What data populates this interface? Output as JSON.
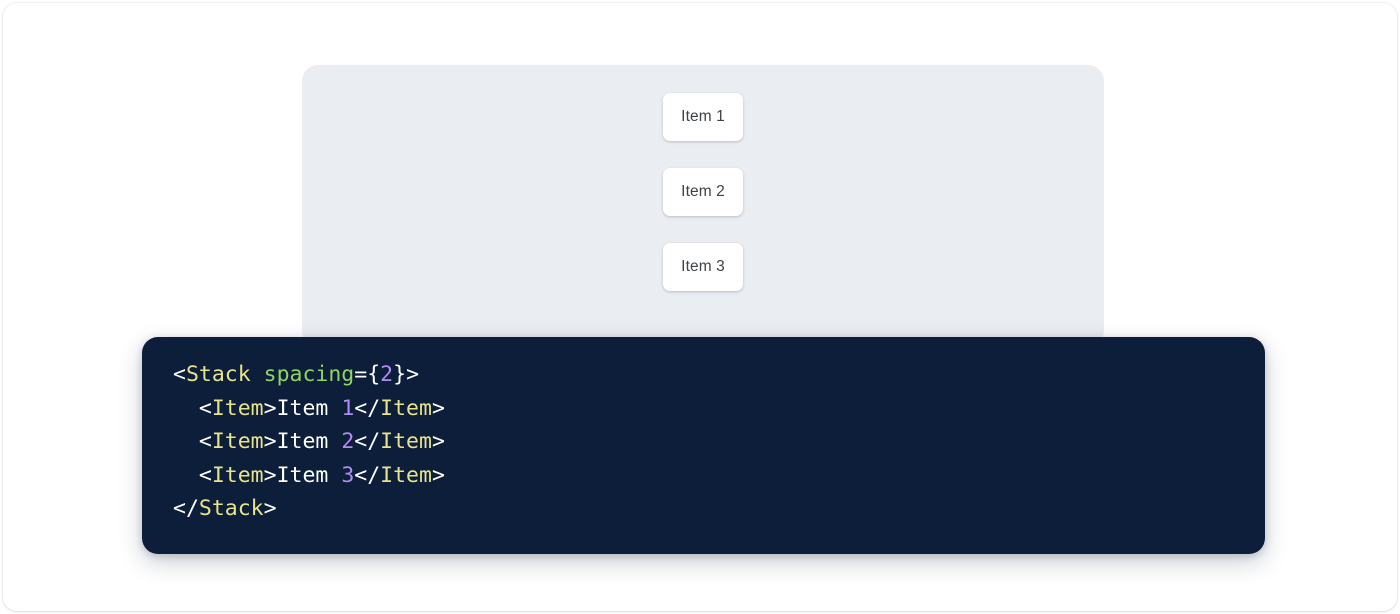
{
  "page": {
    "background": "#ffffff",
    "frame_radius": "14px"
  },
  "preview": {
    "name": "stack-preview",
    "background": "#eaedf2",
    "items": [
      {
        "label": "Item 1"
      },
      {
        "label": "Item 2"
      },
      {
        "label": "Item 3"
      }
    ],
    "item_background": "#ffffff",
    "item_text_color": "#3f4347"
  },
  "code": {
    "background": "#0c1e3a",
    "language": "jsx",
    "colors": {
      "punctuation": "#ffffff",
      "tag": "#e8e48a",
      "attribute": "#8ed660",
      "number": "#b08cf0",
      "text": "#ffffff"
    },
    "plain_text": "<Stack spacing={2}>\n  <Item>Item 1</Item>\n  <Item>Item 2</Item>\n  <Item>Item 3</Item>\n</Stack>",
    "lines": [
      {
        "tokens": [
          {
            "t": "<",
            "c": "punct"
          },
          {
            "t": "Stack",
            "c": "tag"
          },
          {
            "t": " ",
            "c": "text"
          },
          {
            "t": "spacing",
            "c": "attr"
          },
          {
            "t": "=",
            "c": "punct"
          },
          {
            "t": "{",
            "c": "brace"
          },
          {
            "t": "2",
            "c": "number"
          },
          {
            "t": "}",
            "c": "brace"
          },
          {
            "t": ">",
            "c": "punct"
          }
        ]
      },
      {
        "tokens": [
          {
            "t": "  <",
            "c": "punct"
          },
          {
            "t": "Item",
            "c": "tag"
          },
          {
            "t": ">",
            "c": "punct"
          },
          {
            "t": "Item ",
            "c": "text"
          },
          {
            "t": "1",
            "c": "number"
          },
          {
            "t": "</",
            "c": "punct"
          },
          {
            "t": "Item",
            "c": "tag"
          },
          {
            "t": ">",
            "c": "punct"
          }
        ]
      },
      {
        "tokens": [
          {
            "t": "  <",
            "c": "punct"
          },
          {
            "t": "Item",
            "c": "tag"
          },
          {
            "t": ">",
            "c": "punct"
          },
          {
            "t": "Item ",
            "c": "text"
          },
          {
            "t": "2",
            "c": "number"
          },
          {
            "t": "</",
            "c": "punct"
          },
          {
            "t": "Item",
            "c": "tag"
          },
          {
            "t": ">",
            "c": "punct"
          }
        ]
      },
      {
        "tokens": [
          {
            "t": "  <",
            "c": "punct"
          },
          {
            "t": "Item",
            "c": "tag"
          },
          {
            "t": ">",
            "c": "punct"
          },
          {
            "t": "Item ",
            "c": "text"
          },
          {
            "t": "3",
            "c": "number"
          },
          {
            "t": "</",
            "c": "punct"
          },
          {
            "t": "Item",
            "c": "tag"
          },
          {
            "t": ">",
            "c": "punct"
          }
        ]
      },
      {
        "tokens": [
          {
            "t": "</",
            "c": "punct"
          },
          {
            "t": "Stack",
            "c": "tag"
          },
          {
            "t": ">",
            "c": "punct"
          }
        ]
      }
    ]
  }
}
